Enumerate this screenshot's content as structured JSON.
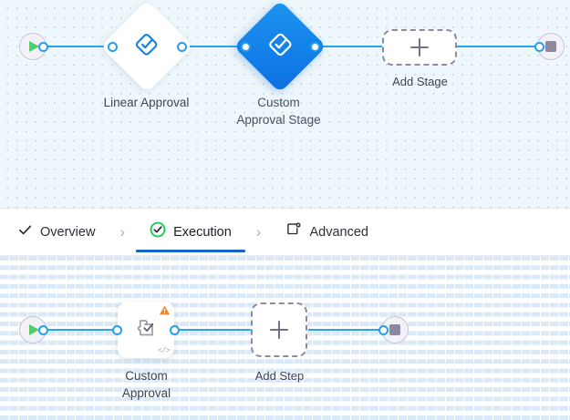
{
  "stage_canvas": {
    "name": "stage-flow-canvas",
    "background_color": "#eef7fb",
    "nodes": [
      {
        "id": "start",
        "type": "start",
        "icon": "play-icon",
        "label": ""
      },
      {
        "id": "linear-approval",
        "type": "stage",
        "icon": "approval-diamond-icon",
        "label": "Linear Approval",
        "selected": false
      },
      {
        "id": "custom-approval-stage",
        "type": "stage",
        "icon": "approval-diamond-icon",
        "label": "Custom\nApproval Stage",
        "selected": true
      },
      {
        "id": "add-stage",
        "type": "add",
        "icon": "plus-icon",
        "label": "Add Stage"
      },
      {
        "id": "end",
        "type": "end",
        "icon": "stop-icon",
        "label": ""
      }
    ],
    "edge_color": "#2aa3ef",
    "selected_color": "#1380e8"
  },
  "tabs": {
    "name": "workflow-tabs",
    "separator": "›",
    "active_index": 1,
    "accent_color": "#1565c8",
    "items": [
      {
        "label": "Overview",
        "icon": "check-icon",
        "state": "complete"
      },
      {
        "label": "Execution",
        "icon": "check-circle-icon",
        "state": "active"
      },
      {
        "label": "Advanced",
        "icon": "window-gear-icon",
        "state": "default"
      }
    ]
  },
  "step_canvas": {
    "name": "step-flow-canvas",
    "background_color": "#ffffff",
    "nodes": [
      {
        "id": "start",
        "type": "start",
        "icon": "play-icon",
        "label": ""
      },
      {
        "id": "custom-approval",
        "type": "step",
        "icon": "puzzle-check-icon",
        "label": "Custom\nApproval",
        "badge": "warning-icon",
        "corner": "code-icon",
        "corner_text": "</>"
      },
      {
        "id": "add-step",
        "type": "add",
        "icon": "plus-icon",
        "label": "Add Step"
      },
      {
        "id": "end",
        "type": "end",
        "icon": "stop-icon",
        "label": ""
      }
    ],
    "edge_color": "#2aa3ef",
    "warning_color": "#f5822a"
  }
}
